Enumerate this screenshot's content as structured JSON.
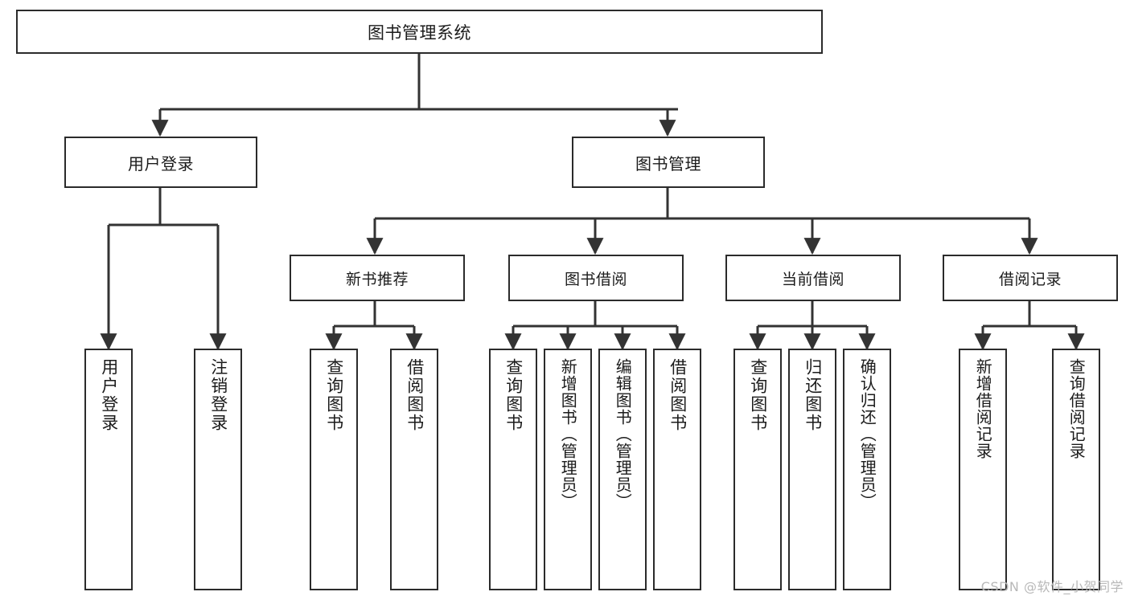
{
  "diagram": {
    "title": "图书管理系统",
    "type": "tree-hierarchy-chart",
    "colors": {
      "box_border": "#2b2b2b",
      "box_fill": "#ffffff",
      "edge": "#333333",
      "text": "#1b1b1b",
      "watermark": "#b8b8b8",
      "background": "#ffffff"
    }
  },
  "root": {
    "label": "图书管理系统"
  },
  "level1": [
    {
      "label": "用户登录"
    },
    {
      "label": "图书管理"
    }
  ],
  "level2": [
    {
      "label": "新书推荐"
    },
    {
      "label": "图书借阅"
    },
    {
      "label": "当前借阅"
    },
    {
      "label": "借阅记录"
    }
  ],
  "leaves": {
    "user_login": [
      {
        "label": "用户登录"
      },
      {
        "label": "注销登录"
      }
    ],
    "new_book_recommend": [
      {
        "label": "查询图书"
      },
      {
        "label": "借阅图书"
      }
    ],
    "book_borrow": [
      {
        "label": "查询图书"
      },
      {
        "label": "新增图书（管理员）"
      },
      {
        "label": "编辑图书（管理员）"
      },
      {
        "label": "借阅图书"
      }
    ],
    "current_borrow": [
      {
        "label": "查询图书"
      },
      {
        "label": "归还图书"
      },
      {
        "label": "确认归还（管理员）"
      }
    ],
    "borrow_record": [
      {
        "label": "新增借阅记录"
      },
      {
        "label": "查询借阅记录"
      }
    ]
  },
  "watermark": {
    "text": "CSDN @软件_小贺同学"
  }
}
